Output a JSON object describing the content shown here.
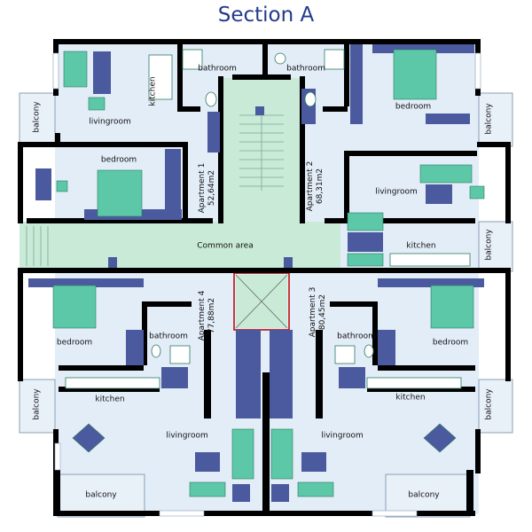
{
  "title": "Section A",
  "common_area": "Common area",
  "apartments": [
    {
      "name": "Apartment 1",
      "area": "52,64m2"
    },
    {
      "name": "Apartment 2",
      "area": "68,31m2"
    },
    {
      "name": "Apartment 3",
      "area": "80,45m2"
    },
    {
      "name": "Apartment 4",
      "area": "77,88m2"
    }
  ],
  "rooms": {
    "livingroom": "livingroom",
    "bedroom": "bedroom",
    "bathroom": "bathroom",
    "kitchen": "kitchen",
    "balcony": "balcony"
  },
  "colors": {
    "floor": "#e3edf8",
    "core": "#c8ead6",
    "wall": "#000000",
    "furniture": "#4b5a9e",
    "seat": "#5cc8a8",
    "title": "#223a8a"
  }
}
